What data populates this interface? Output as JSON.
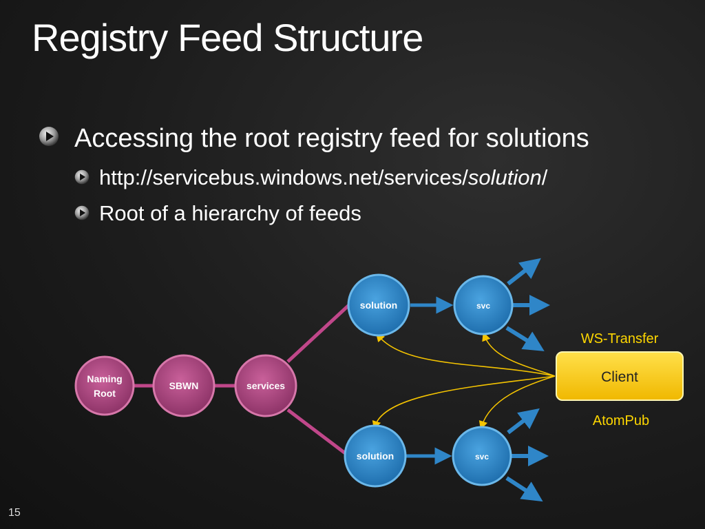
{
  "title": "Registry Feed Structure",
  "bullets": {
    "main": "Accessing the root registry feed for solutions",
    "url_prefix": "http://servicebus.windows.net/services/",
    "url_italic": "solution",
    "url_suffix": "/",
    "sub2": "Root of a hierarchy of feeds"
  },
  "diagram": {
    "naming_root_line1": "Naming",
    "naming_root_line2": "Root",
    "sbwn": "SBWN",
    "services": "services",
    "solution_top": "solution",
    "svc_top": "svc",
    "solution_bottom": "solution",
    "svc_bottom": "svc",
    "client": "Client",
    "ws_transfer": "WS-Transfer",
    "atompub": "AtomPub",
    "colors": {
      "root_nodes": "#b04a84",
      "feed_nodes": "#3a90d0",
      "client": "#f5c400",
      "connectors": "#f5c400",
      "protocol_labels": "#ffd700"
    }
  },
  "slide_number": "15"
}
